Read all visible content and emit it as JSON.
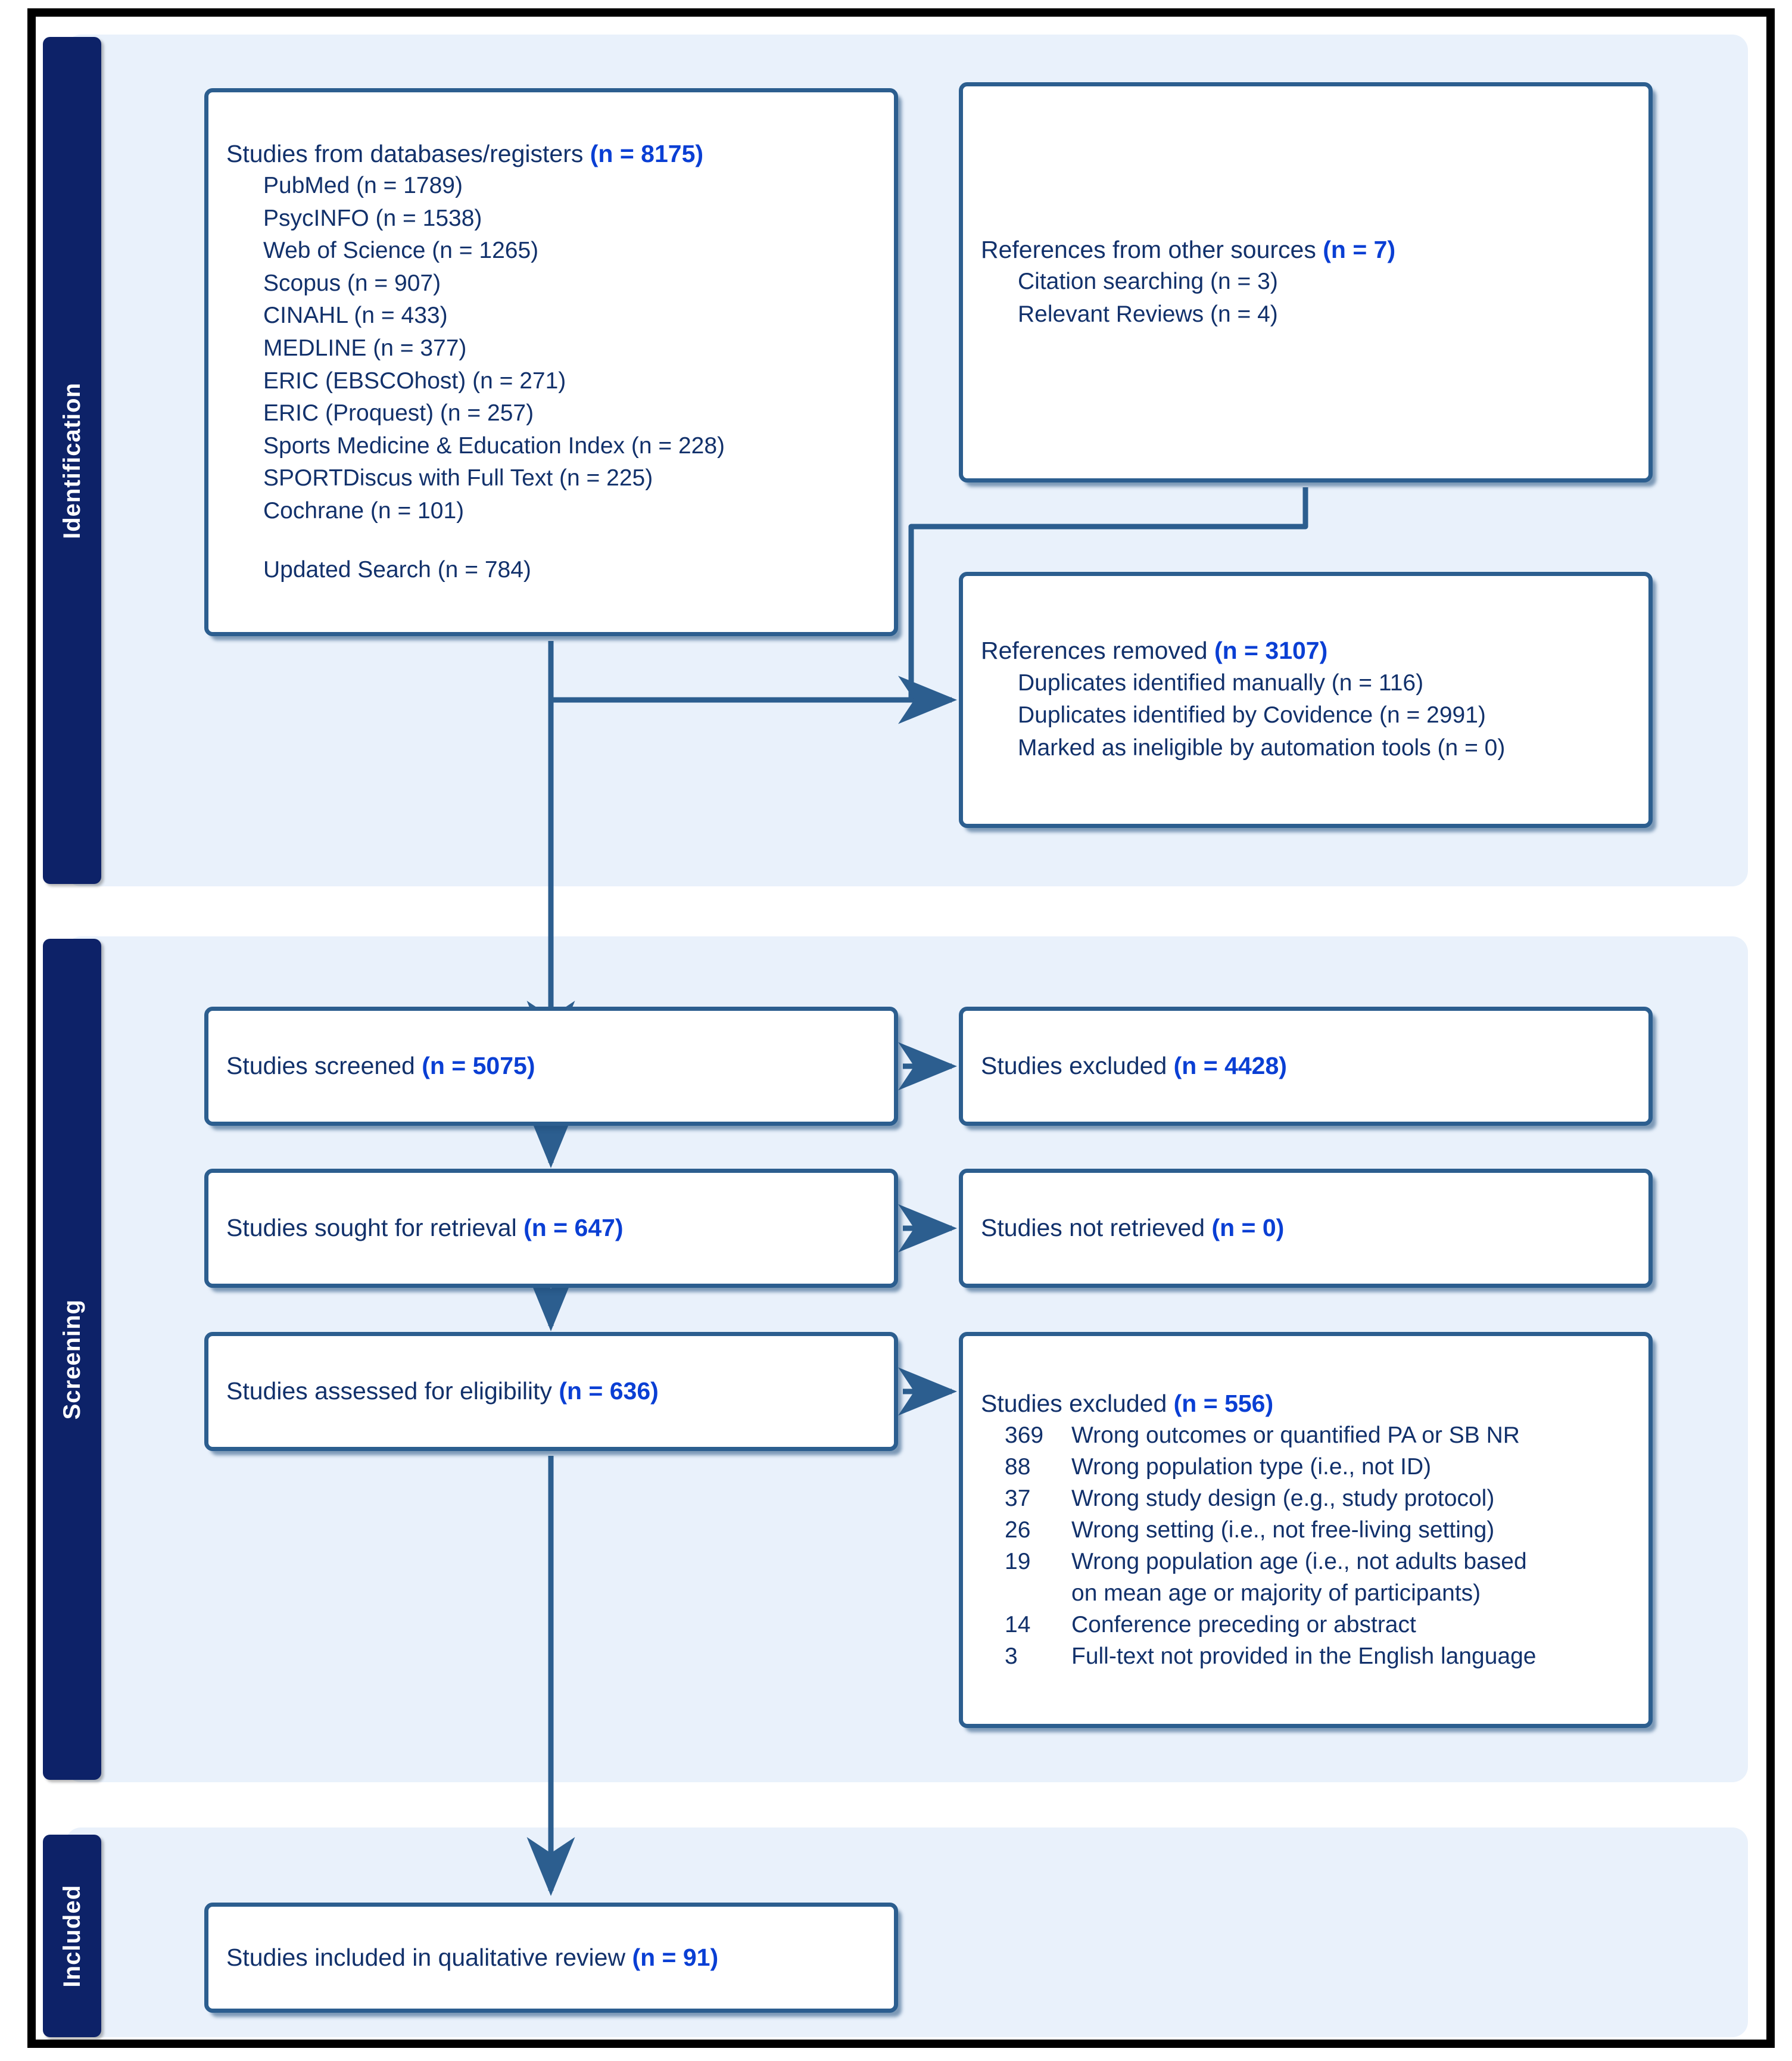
{
  "diagram": {
    "type": "prisma-flow-diagram",
    "accent_box_border": "#2c5e8f",
    "accent_stage_tab": "#0d2268",
    "accent_panel": "#e9f1fb",
    "accent_number": "#0a3fd4",
    "accent_text": "#12316b"
  },
  "stages": {
    "identification": "Identification",
    "screening": "Screening",
    "included": "Included"
  },
  "identification": {
    "databases": {
      "title_text": "Studies from databases/registers ",
      "title_n": "(n = 8175)",
      "sources": [
        "PubMed (n = 1789)",
        "PsycINFO (n = 1538)",
        "Web of Science (n = 1265)",
        "Scopus (n = 907)",
        "CINAHL (n = 433)",
        "MEDLINE (n = 377)",
        "ERIC (EBSCOhost) (n = 271)",
        "ERIC (Proquest) (n = 257)",
        "Sports Medicine & Education Index (n = 228)",
        "SPORTDiscus with Full Text (n = 225)",
        "Cochrane (n = 101)"
      ],
      "updated_search": "Updated Search (n = 784)"
    },
    "other_sources": {
      "title_text": "References from other sources ",
      "title_n": "(n = 7)",
      "items": [
        "Citation searching (n = 3)",
        "Relevant Reviews (n = 4)"
      ]
    },
    "removed": {
      "title_text": "References removed ",
      "title_n": "(n = 3107)",
      "items": [
        "Duplicates identified manually (n = 116)",
        "Duplicates identified by Covidence (n = 2991)",
        "Marked as ineligible by automation tools (n = 0)"
      ]
    }
  },
  "screening": {
    "screened": {
      "title_text": "Studies screened ",
      "title_n": "(n = 5075)"
    },
    "excluded_screen": {
      "title_text": "Studies excluded ",
      "title_n": "(n = 4428)"
    },
    "sought": {
      "title_text": "Studies sought for retrieval ",
      "title_n": "(n = 647)"
    },
    "not_retrieved": {
      "title_text": "Studies not retrieved ",
      "title_n": "(n = 0)"
    },
    "assessed": {
      "title_text": "Studies assessed for eligibility ",
      "title_n": "(n = 636)"
    },
    "excluded_full": {
      "title_text": "Studies excluded ",
      "title_n": "(n = 556)",
      "reasons": [
        {
          "count": "369",
          "text": "Wrong outcomes or quantified PA or SB NR",
          "cont": ""
        },
        {
          "count": "88",
          "text": "Wrong population type (i.e., not ID)",
          "cont": ""
        },
        {
          "count": "37",
          "text": "Wrong study design (e.g., study protocol)",
          "cont": ""
        },
        {
          "count": "26",
          "text": "Wrong setting (i.e., not free-living setting)",
          "cont": ""
        },
        {
          "count": "19",
          "text": "Wrong population age (i.e., not adults based",
          "cont": "on mean age or majority of participants)"
        },
        {
          "count": "14",
          "text": "Conference preceding or abstract",
          "cont": ""
        },
        {
          "count": "3",
          "text": "Full-text not provided in the English language",
          "cont": ""
        }
      ]
    }
  },
  "included": {
    "final": {
      "title_text": "Studies included in qualitative review ",
      "title_n": "(n = 91)"
    }
  }
}
